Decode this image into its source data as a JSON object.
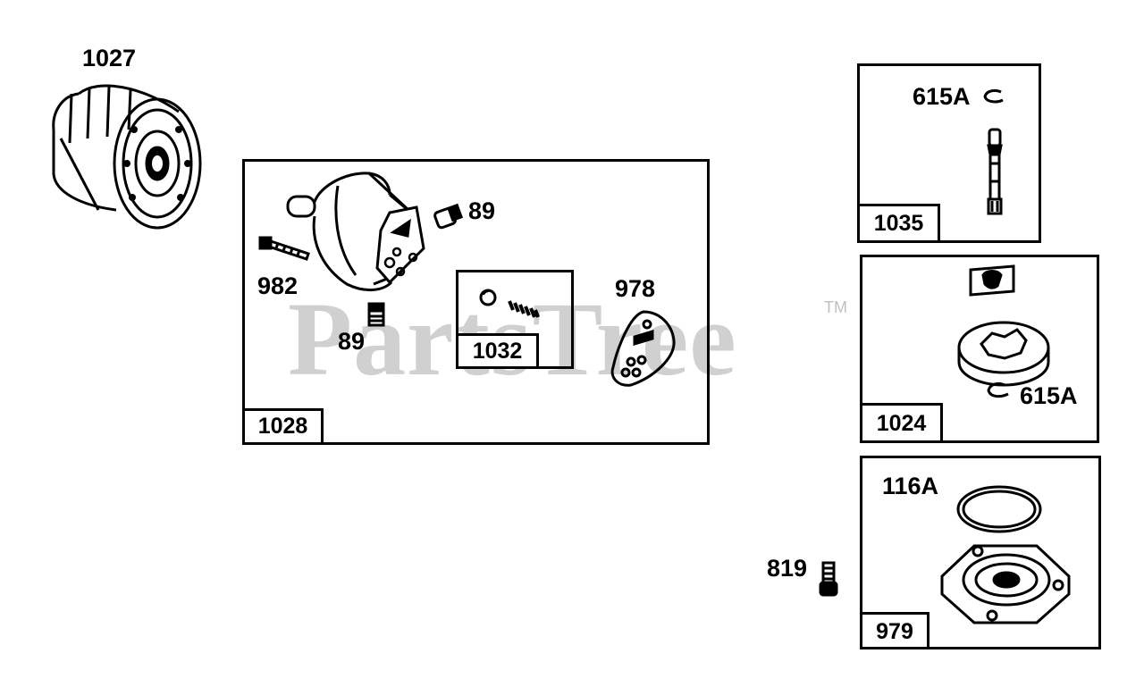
{
  "watermark": {
    "text": "PartsTree",
    "tm": "TM"
  },
  "callouts": {
    "oil_filter": "1027",
    "plug_top": "89",
    "screw_left": "982",
    "plug_bottom": "89",
    "gasket_plate": "978",
    "ring_top": "615A",
    "ring_mid": "615A",
    "o_ring": "116A",
    "bolt": "819"
  },
  "kits": {
    "oil_pump_assembly": "1028",
    "relief_valve_kit": "1032",
    "shaft_kit": "1035",
    "rotor_kit": "1024",
    "cover_kit": "979"
  },
  "colors": {
    "ink": "#000000",
    "watermark": "#969696"
  }
}
